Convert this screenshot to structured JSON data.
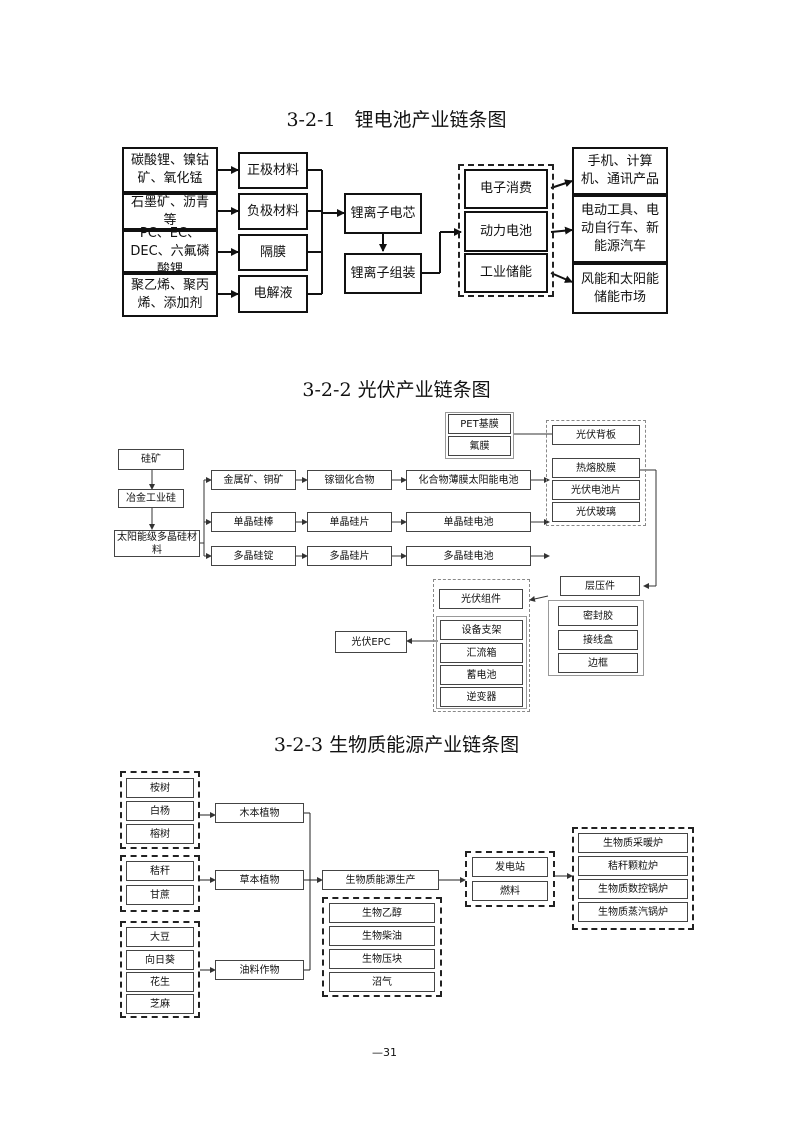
{
  "sec1": {
    "title": "3-2-1　锂电池产业链条图",
    "raw": [
      "碳酸锂、镍钴矿、氧化锰",
      "石墨矿、沥青等",
      "PC、EC、DEC、六氟磷酸锂",
      "聚乙烯、聚丙烯、添加剂"
    ],
    "mat": [
      "正极材料",
      "负极材料",
      "隔膜",
      "电解液"
    ],
    "cell": "锂离子电芯",
    "pack": "锂离子组装",
    "app": [
      "电子消费",
      "动力电池",
      "工业储能"
    ],
    "market": [
      "手机、计算机、通讯产品",
      "电动工具、电动自行车、新能源汽车",
      "风能和太阳能储能市场"
    ]
  },
  "sec2": {
    "title": "3-2-2 光伏产业链条图",
    "pet": "PET基膜",
    "fluoro": "氟膜",
    "backsheet": "光伏背板",
    "silicon_ore": "硅矿",
    "metal_si": "冶金工业硅",
    "solar_si": "太阳能级多晶硅材料",
    "row1": [
      "金属矿、铜矿",
      "镓铟化合物",
      "化合物薄膜太阳能电池"
    ],
    "row2": [
      "单晶硅棒",
      "单晶硅片",
      "单晶硅电池"
    ],
    "row3": [
      "多晶硅锭",
      "多晶硅片",
      "多晶硅电池"
    ],
    "mid": [
      "热熔胶膜",
      "光伏电池片",
      "光伏玻璃"
    ],
    "laminate": "层压件",
    "lam_items": [
      "密封胶",
      "接线盒",
      "边框"
    ],
    "module": "光伏组件",
    "bos": [
      "设备支架",
      "汇流箱",
      "蓄电池",
      "逆变器"
    ],
    "epc": "光伏EPC"
  },
  "sec3": {
    "title": "3-2-3 生物质能源产业链条图",
    "woody_src": [
      "桉树",
      "白杨",
      "榕树"
    ],
    "woody": "木本植物",
    "herb_src": [
      "秸秆",
      "甘蔗"
    ],
    "herb": "草本植物",
    "oil_src": [
      "大豆",
      "向日葵",
      "花生",
      "芝麻"
    ],
    "oil": "油料作物",
    "prod": "生物质能源生产",
    "prod_items": [
      "生物乙醇",
      "生物柴油",
      "生物压块",
      "沼气"
    ],
    "out": [
      "发电站",
      "燃料"
    ],
    "equip": [
      "生物质采暖炉",
      "秸秆颗粒炉",
      "生物质数控锅炉",
      "生物质蒸汽锅炉"
    ]
  },
  "page_number": "—31"
}
